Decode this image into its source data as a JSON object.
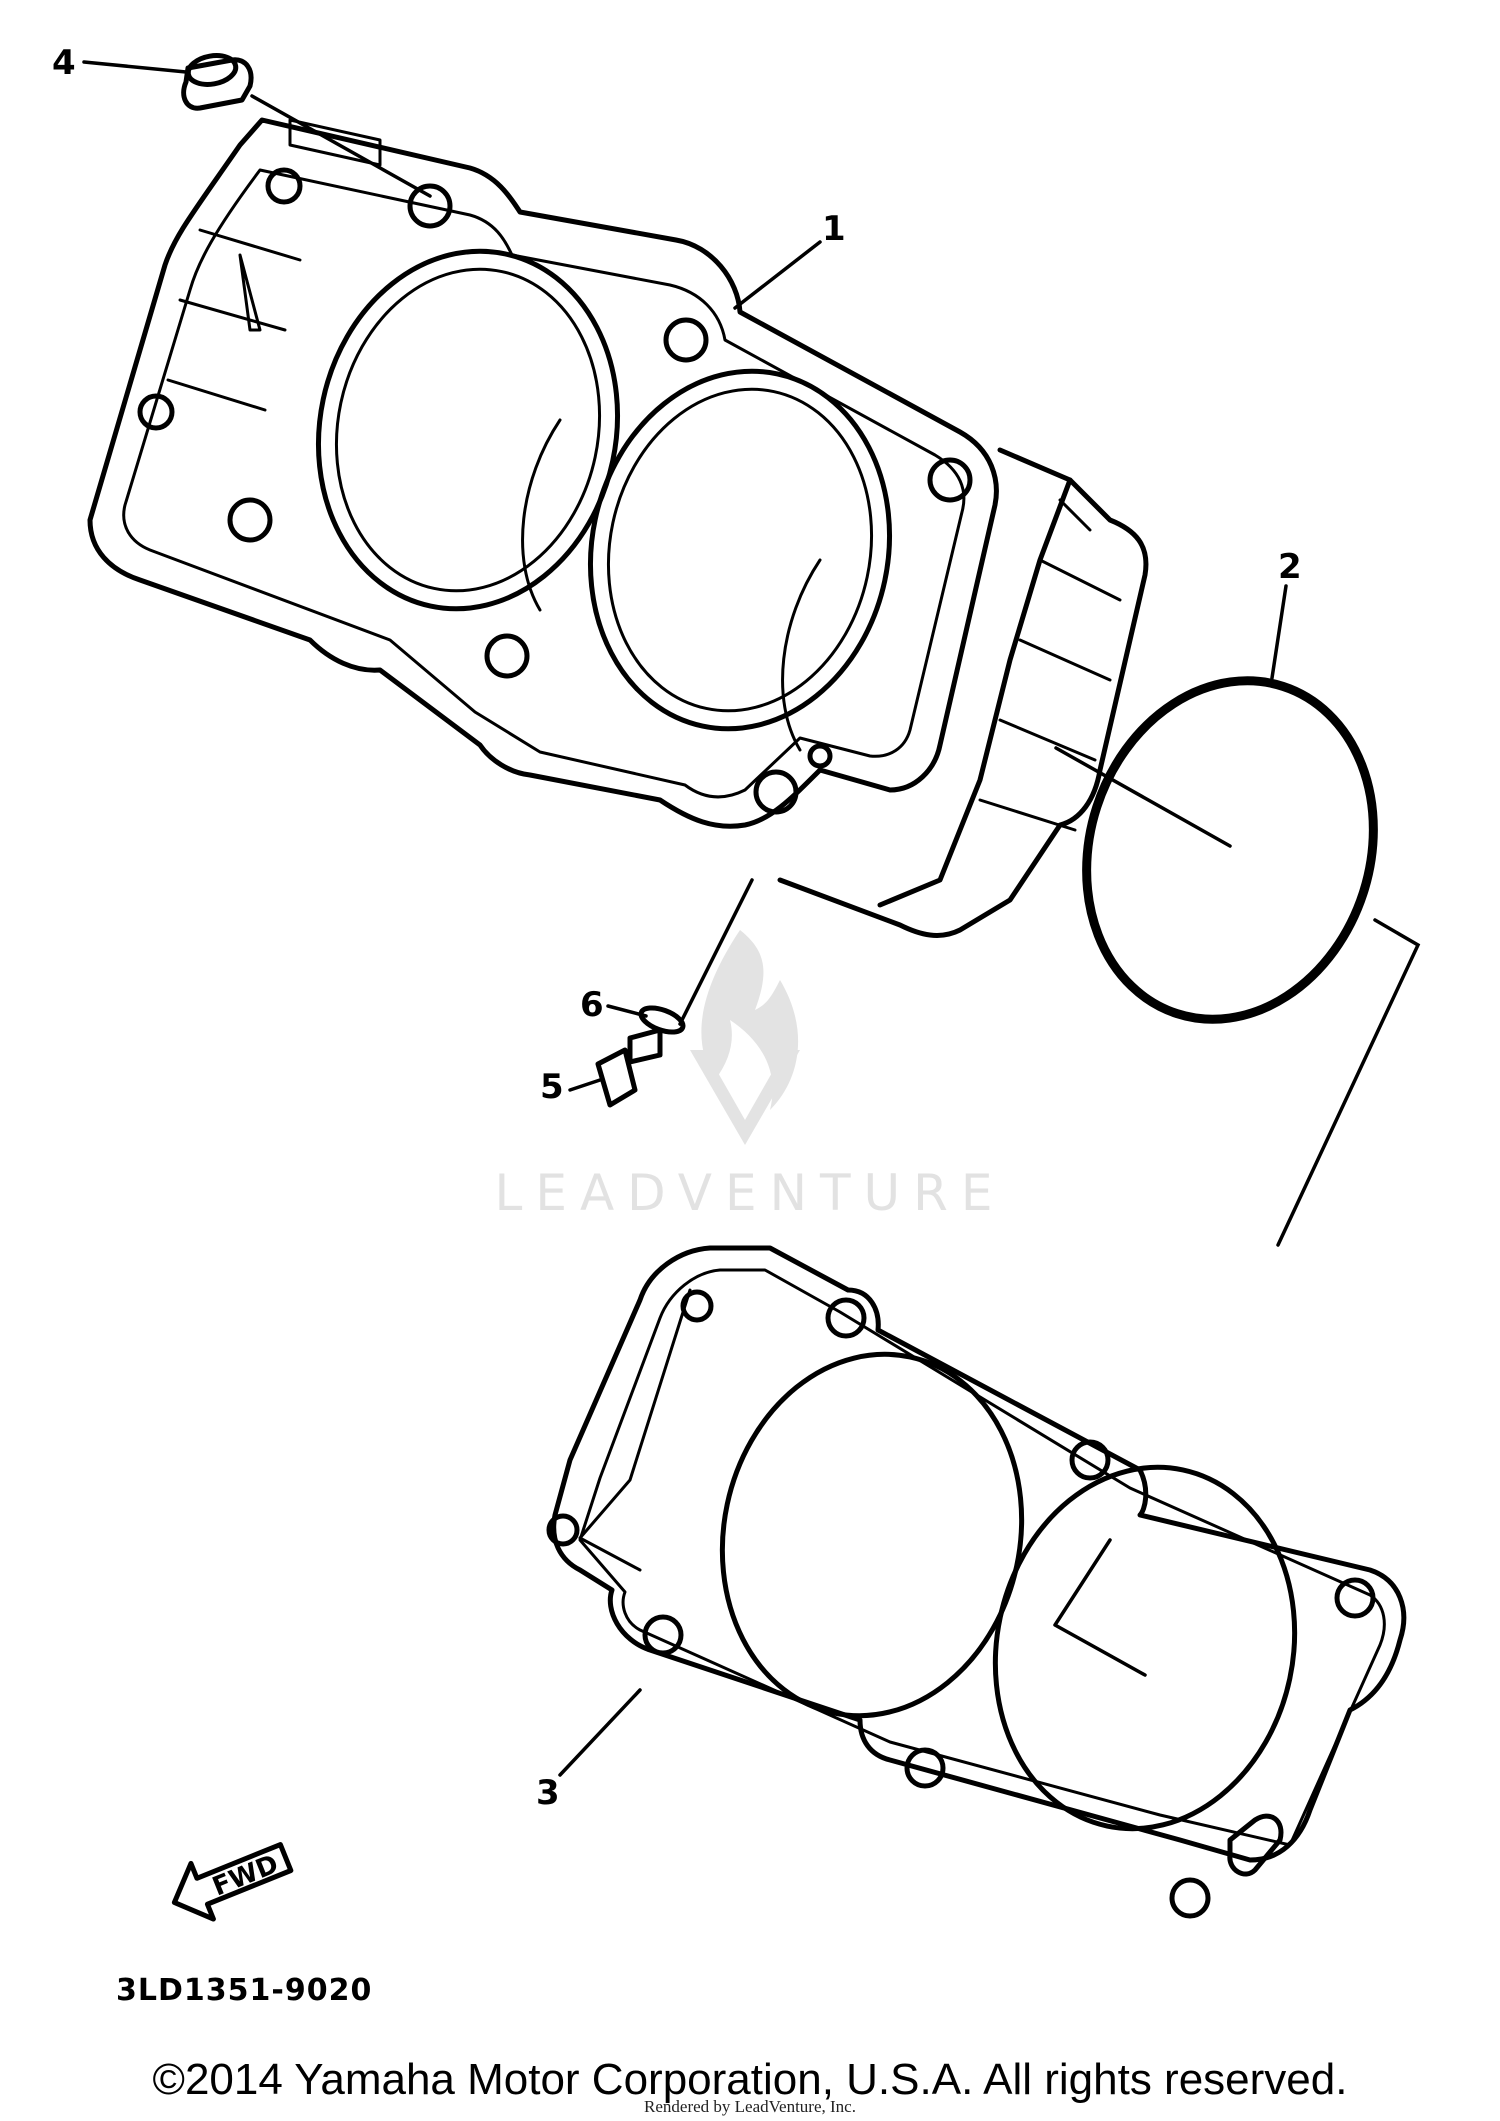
{
  "diagram": {
    "callouts": [
      {
        "label": "1",
        "part": "cylinder"
      },
      {
        "label": "2",
        "part": "o-ring"
      },
      {
        "label": "3",
        "part": "gasket"
      },
      {
        "label": "4",
        "part": "dowel-pin"
      },
      {
        "label": "5",
        "part": "bolt"
      },
      {
        "label": "6",
        "part": "washer"
      }
    ],
    "fwd_label": "FWD",
    "drawing_code": "3LD1351-9020",
    "watermark": "LEADVENTURE"
  },
  "footer": {
    "copyright": "©2014 Yamaha Motor Corporation, U.S.A. All rights reserved.",
    "rendered_by": "Rendered by LeadVenture, Inc."
  }
}
